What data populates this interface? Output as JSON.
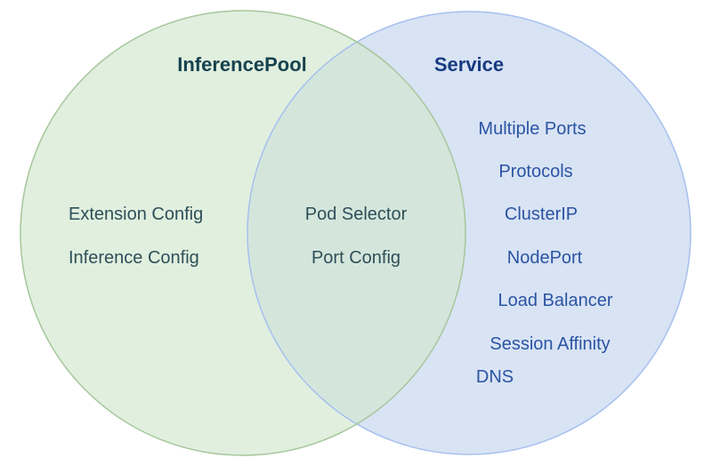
{
  "venn": {
    "background_color": "#ffffff",
    "left": {
      "label": "InferencePool",
      "items": [
        "Extension Config",
        "Inference Config"
      ],
      "fill": "#d3e7cf",
      "fill_solid": "#e2efdf",
      "border": "#a5c79b",
      "label_color": "#16424e",
      "item_color": "#2e4f58"
    },
    "right": {
      "label": "Service",
      "items": [
        "Multiple Ports",
        "Protocols",
        "ClusterIP",
        "NodePort",
        "Load Balancer",
        "Session Affinity",
        "DNS"
      ],
      "fill": "#d8e3f4",
      "border": "#a6c0ee",
      "label_color": "#173a80",
      "item_color": "#2b54a3"
    },
    "intersection": {
      "items": [
        "Pod Selector",
        "Port Config"
      ],
      "fill": "#d5e5da",
      "item_color": "#2e4f58"
    }
  }
}
